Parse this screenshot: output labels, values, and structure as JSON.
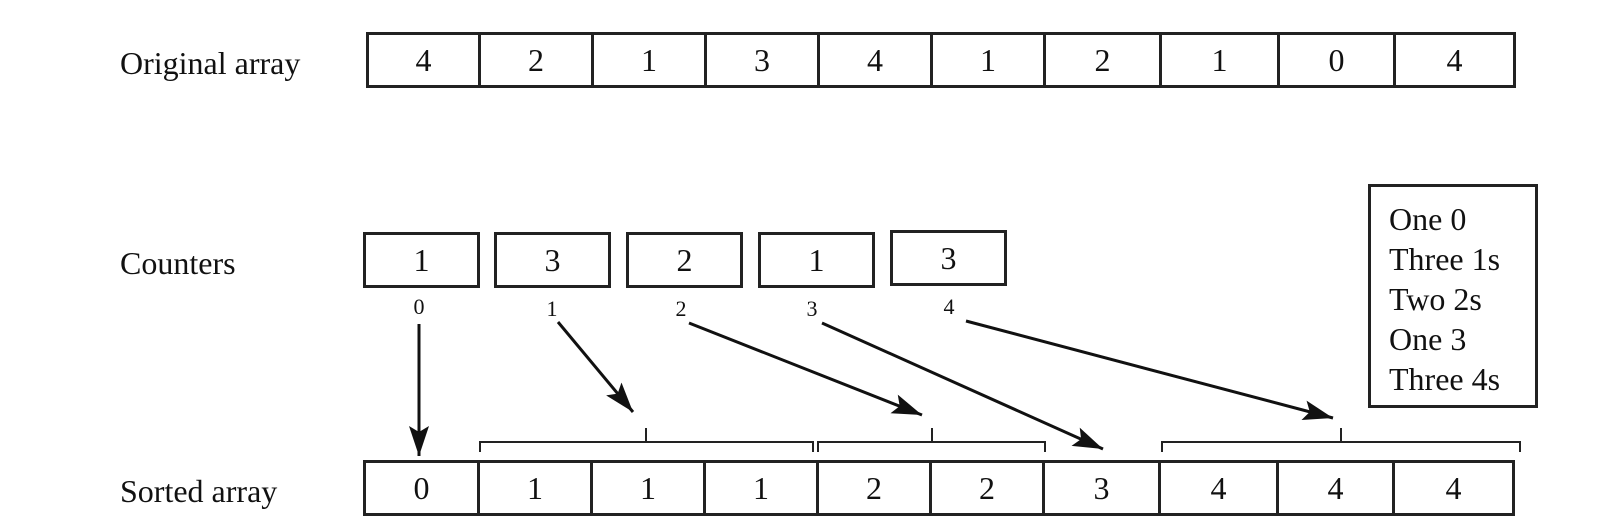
{
  "labels": {
    "original": "Original array",
    "counters": "Counters",
    "sorted": "Sorted array"
  },
  "original_array": [
    "4",
    "2",
    "1",
    "3",
    "4",
    "1",
    "2",
    "1",
    "0",
    "4"
  ],
  "counters": {
    "values": [
      "1",
      "3",
      "2",
      "1",
      "3"
    ],
    "indices": [
      "0",
      "1",
      "2",
      "3",
      "4"
    ]
  },
  "sorted_array": [
    "0",
    "1",
    "1",
    "1",
    "2",
    "2",
    "3",
    "4",
    "4",
    "4"
  ],
  "summary": [
    "One 0",
    "Three 1s",
    "Two 2s",
    "One 3",
    "Three 4s"
  ]
}
